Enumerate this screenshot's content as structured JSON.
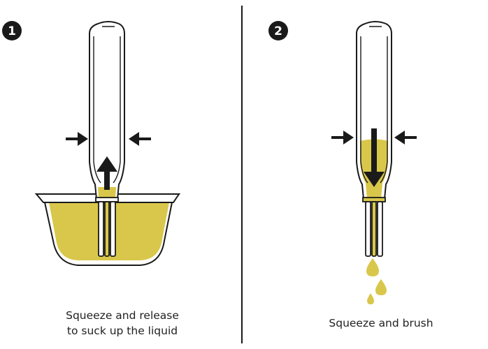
{
  "steps": [
    {
      "number": "1",
      "caption_lines": [
        "Squeeze and release",
        "to suck up the liquid"
      ]
    },
    {
      "number": "2",
      "caption_lines": [
        "Squeeze and brush"
      ]
    }
  ],
  "colors": {
    "liquid": "#d9c74b",
    "liquid_light": "#eadf8a",
    "outline": "#1a1a1a",
    "badge": "#1a1a1a",
    "badge_text": "#ffffff",
    "divider": "#1a1a1a"
  }
}
